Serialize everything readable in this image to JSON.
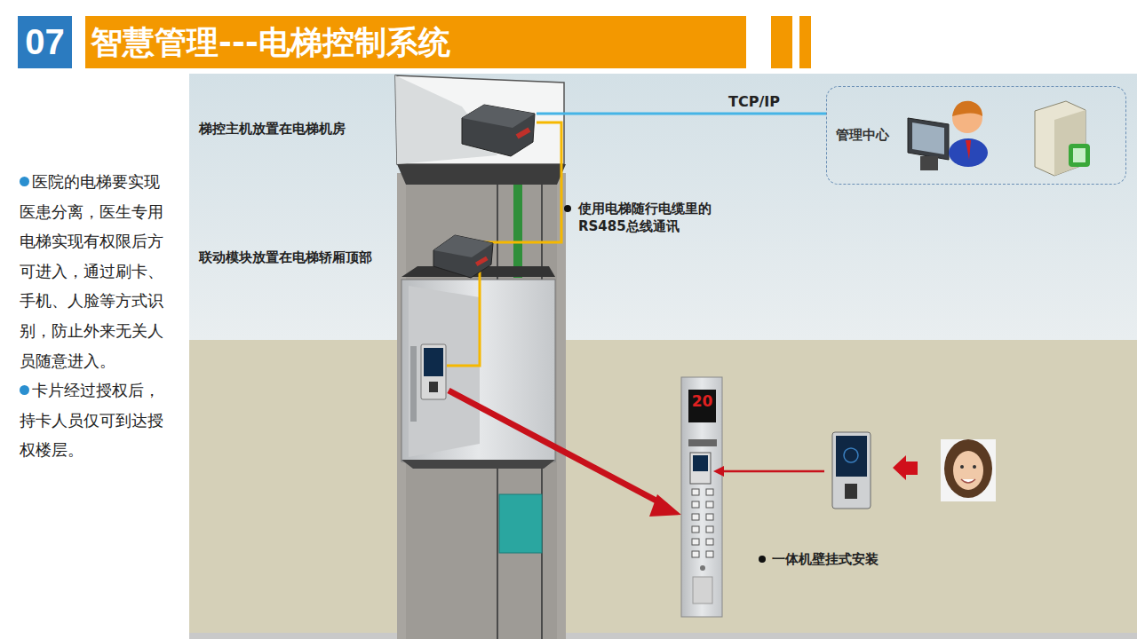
{
  "diagram": {
    "title": "智慧管理---电梯控制系统",
    "nodes": [
      {
        "text": [
          "07"
        ]
      },
      {
        "text": [
          "管理中心"
        ]
      }
    ],
    "labels": [
      "医院的电梯要实现医患分离，医生专用电梯实现有权限后方可进入，通过刷卡、手机、人脸等方式识别，防止外来无关人员随意进入。",
      "卡片经过授权后，持卡人员仅可到达授权楼层。",
      "梯控主机放置在电梯机房",
      "联动模块放置在电梯轿厢顶部",
      "TCP/IP",
      "使用电梯随行电缆里的 RS485总线通讯",
      "20",
      "一体机壁挂式安装"
    ]
  }
}
